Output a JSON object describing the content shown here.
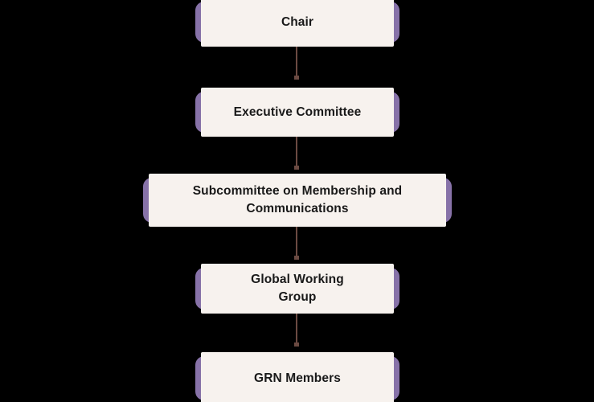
{
  "diagram": {
    "title": "Governance hierarchy flowchart",
    "background_color": "#000000",
    "node_plate_color": "#8772A8",
    "node_card_color": "#F7F2EE",
    "node_text_color": "#191919",
    "connector_color": "#6B4A42",
    "nodes": [
      {
        "label": "Chair"
      },
      {
        "label": "Executive Committee"
      },
      {
        "label": "Subcommittee on Membership and\nCommunications"
      },
      {
        "label": "Global Working\nGroup"
      },
      {
        "label": "GRN Members"
      }
    ],
    "connectors": [
      {
        "from": "Chair",
        "to": "Executive Committee"
      },
      {
        "from": "Executive Committee",
        "to": "Subcommittee on Membership and Communications"
      },
      {
        "from": "Subcommittee on Membership and Communications",
        "to": "Global Working Group"
      },
      {
        "from": "Global Working Group",
        "to": "GRN Members"
      }
    ]
  }
}
